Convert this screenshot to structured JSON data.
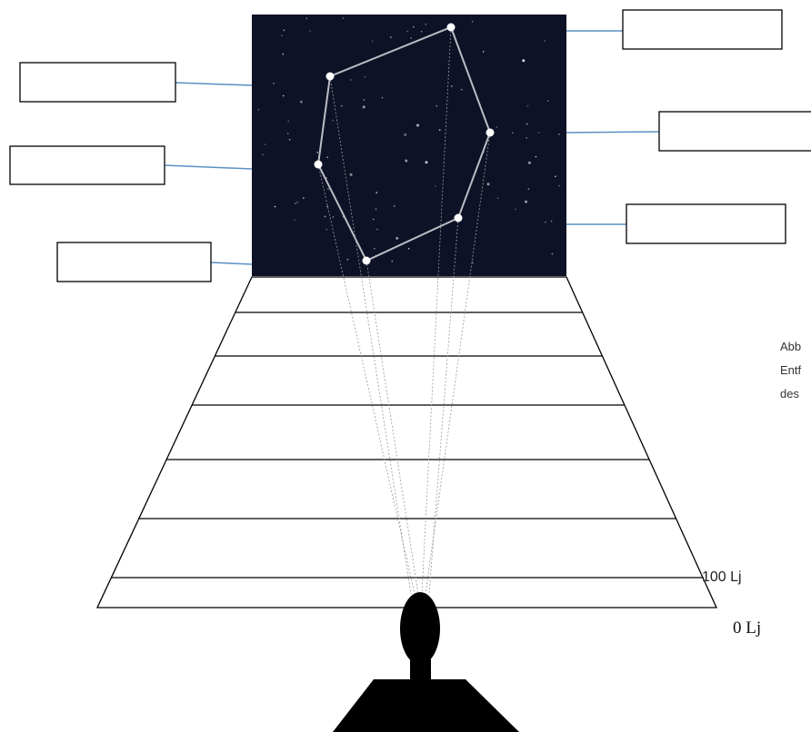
{
  "distance_labels": {
    "far": "100 Lj",
    "near": "0 Lj"
  },
  "caption_lines": [
    "Abb",
    "Entf",
    "des"
  ],
  "colors": {
    "sky": "#0e1226",
    "connector": "#5b8fc4",
    "constellation_line": "#bcbcc4",
    "silhouette": "#000000"
  }
}
